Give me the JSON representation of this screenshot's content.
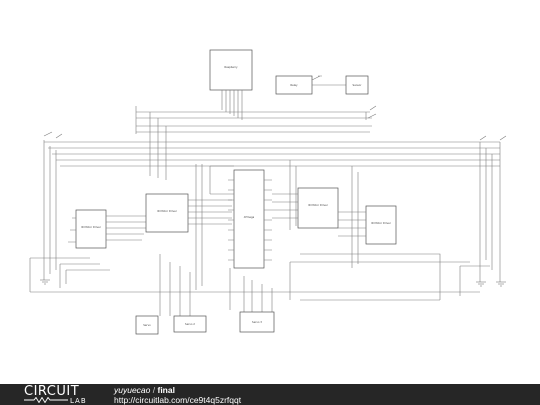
{
  "footer": {
    "brand_top": "CIRCUIT",
    "brand_bottom": "LAB",
    "author": "yuyuecao",
    "separator": " / ",
    "title": "final",
    "url": "http://circuitlab.com/ce9t4q5zrfqqt"
  },
  "schematic": {
    "top_block_label": "Raspberry",
    "relay_label": "Relay",
    "sensor_label": "Sensor",
    "center_chip_label": "ATmega",
    "driver_label": "IR Motor Driver",
    "bottom_labels": [
      "Servo",
      "Servo 2",
      "Servo 3"
    ]
  }
}
